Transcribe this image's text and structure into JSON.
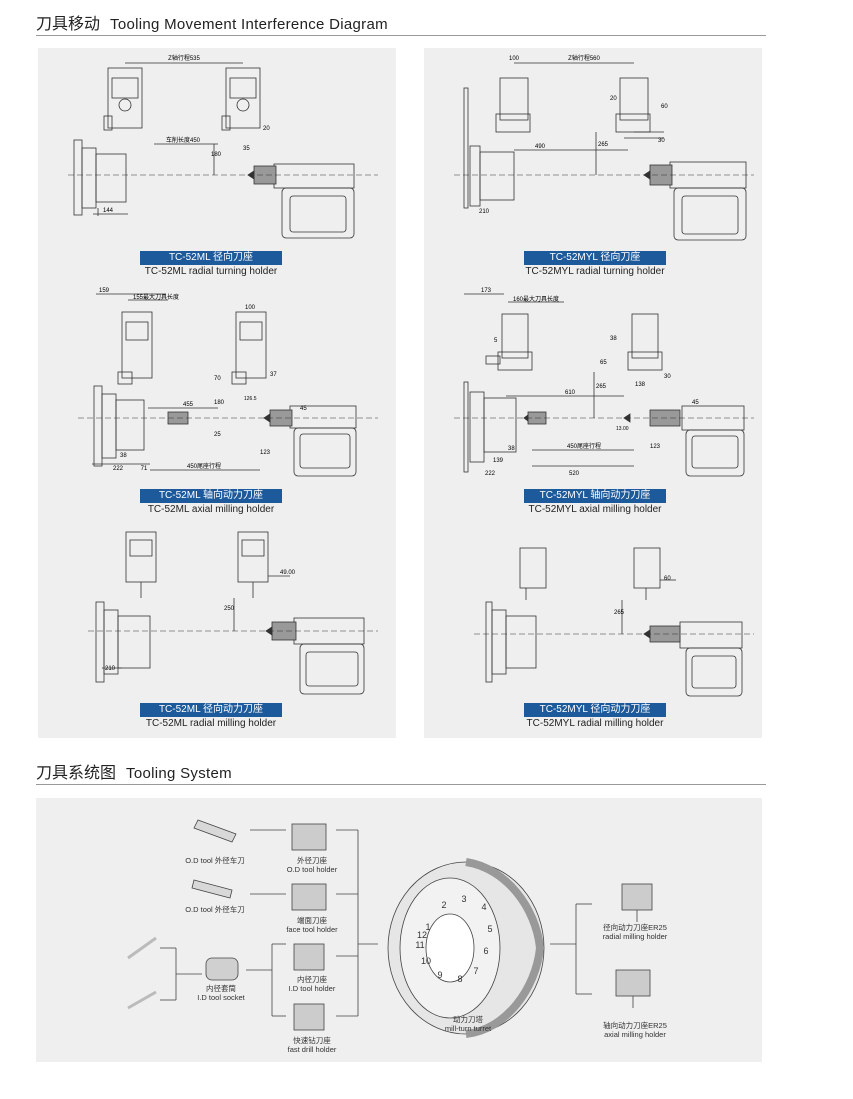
{
  "section1": {
    "title_zh": "刀具移动",
    "title_en": "Tooling Movement Interference Diagram"
  },
  "section2": {
    "title_zh": "刀具系统图",
    "title_en": "Tooling System"
  },
  "diagrams": [
    {
      "label": "TC-52ML  径向刀座",
      "sub": "TC-52ML radial turning holder",
      "dims": {
        "z_travel": "Z轴行程535",
        "bed": "车削长度450",
        "d180": "180",
        "d35": "35",
        "d144": "144",
        "d20": "20"
      }
    },
    {
      "label": "TC-52MYL  径向刀座",
      "sub": "TC-52MYL radial turning holder",
      "dims": {
        "d100": "100",
        "z_travel": "Z轴行程560",
        "d20": "20",
        "d60": "60",
        "d490": "490",
        "d265": "265",
        "d30": "30",
        "d210": "210"
      }
    },
    {
      "label": "TC-52ML  轴向动力刀座",
      "sub": "TC-52ML axial milling holder",
      "dims": {
        "d159": "159",
        "max_tool": "155最大刀具长度",
        "d100": "100",
        "d70": "70",
        "d37": "37",
        "d126": "126.5",
        "d455": "455",
        "d180": "180",
        "d25": "25",
        "d45": "45",
        "d38": "38",
        "d123": "123",
        "d222": "222",
        "d71": "71",
        "tail": "450尾座行程"
      }
    },
    {
      "label": "TC-52MYL  轴向动力刀座",
      "sub": "TC-52MYL axial milling holder",
      "dims": {
        "d173": "173",
        "max_tool": "160最大刀具长度",
        "d5": "5",
        "d38": "38",
        "d65": "65",
        "d30": "30",
        "d138": "138",
        "d610": "610",
        "d265": "265",
        "d13": "13.00",
        "d45": "45",
        "d38b": "38",
        "tail": "450尾座行程",
        "d123": "123",
        "d139": "139",
        "d222": "222",
        "d520": "520"
      }
    },
    {
      "label": "TC-52ML  径向动力刀座",
      "sub": "TC-52ML radial milling holder",
      "dims": {
        "d49": "49.00",
        "d250": "250",
        "d210": "210"
      }
    },
    {
      "label": "TC-52MYL  径向动力刀座",
      "sub": "TC-52MYL radial milling holder",
      "dims": {
        "d60": "60",
        "d265": "265"
      }
    }
  ],
  "tooling": {
    "od_tool_1": "O.D tool 外径车刀",
    "od_tool_2": "O.D tool 外径车刀",
    "od_holder_zh": "外径刀座",
    "od_holder_en": "O.D tool holder",
    "face_holder_zh": "端面刀座",
    "face_holder_en": "face tool holder",
    "id_socket_zh": "内径套筒",
    "id_socket_en": "I.D tool socket",
    "id_holder_zh": "内径刀座",
    "id_holder_en": "I.D tool holder",
    "drill_holder_zh": "快速钻刀座",
    "drill_holder_en": "fast drill holder",
    "turret_zh": "动力刀塔",
    "turret_en": "mill-turn turret",
    "radial_zh": "径向动力刀座ER25",
    "radial_en": "radial milling holder",
    "axial_zh": "轴向动力刀座ER25",
    "axial_en": "axial milling holder",
    "turret_numbers": [
      "1",
      "2",
      "3",
      "4",
      "5",
      "6",
      "7",
      "8",
      "9",
      "10",
      "11",
      "12"
    ]
  }
}
